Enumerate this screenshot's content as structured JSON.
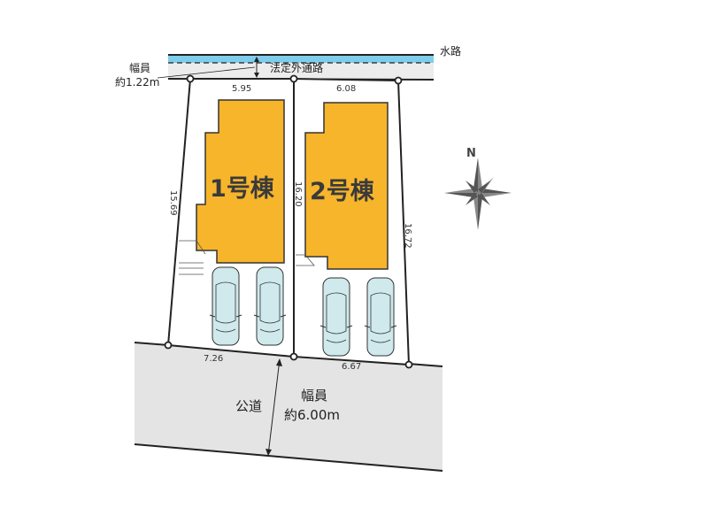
{
  "waterway_label": "水路",
  "path_label": "法定外通路",
  "path_width": {
    "label": "幅員",
    "value": "約1.22m"
  },
  "buildings": [
    {
      "label": "1号棟"
    },
    {
      "label": "2号棟"
    }
  ],
  "dimensions": {
    "top_left": "5.95",
    "top_right": "6.08",
    "left_side": "15.69",
    "middle": "16.20",
    "right_side": "16.72",
    "bottom_left": "7.26",
    "bottom_right": "6.67"
  },
  "road": {
    "label": "公道",
    "width_label": "幅員",
    "width_value": "約6.00m"
  },
  "compass": {
    "label": "N"
  },
  "colors": {
    "building": "#f7b52c",
    "water": "#7fcdec",
    "road": "#e4e4e4",
    "car": "#cfe9ec"
  }
}
